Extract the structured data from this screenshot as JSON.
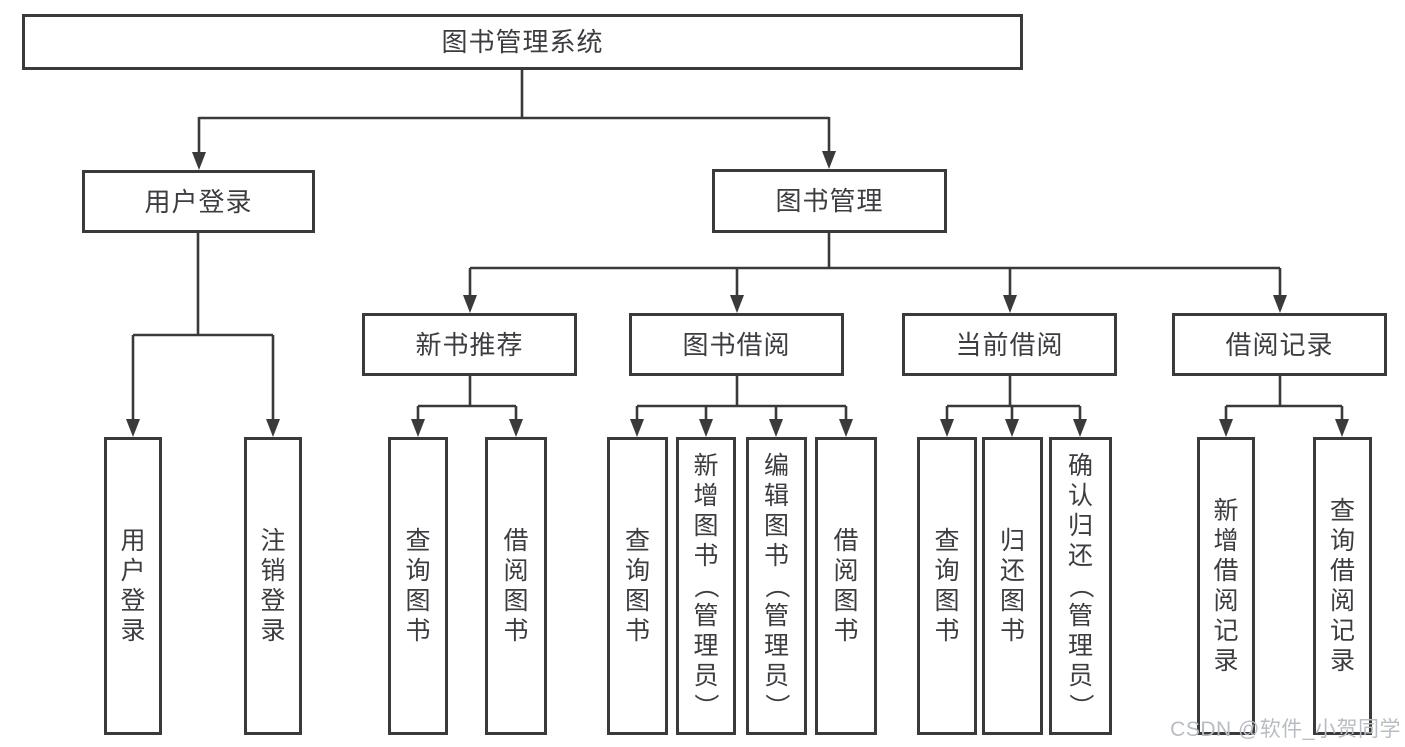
{
  "diagram": {
    "nodes": {
      "root": "图书管理系统",
      "user_login": "用户登录",
      "book_mgmt": "图书管理",
      "new_book_rec": "新书推荐",
      "book_borrow": "图书借阅",
      "current_borrow": "当前借阅",
      "borrow_records": "借阅记录"
    },
    "leaves": {
      "user_login": [
        "用户登录",
        "注销登录"
      ],
      "new_book_rec": [
        "查询图书",
        "借阅图书"
      ],
      "book_borrow": [
        "查询图书",
        "新增图书（管理员）",
        "编辑图书（管理员）",
        "借阅图书"
      ],
      "current_borrow": [
        "查询图书",
        "归还图书",
        "确认归还（管理员）"
      ],
      "borrow_records": [
        "新增借阅记录",
        "查询借阅记录"
      ]
    },
    "colors": {
      "line": "#3a3a3a",
      "text": "#3c3c41",
      "watermark": "#b9bcc2"
    }
  },
  "watermark": "CSDN @软件_小贺同学"
}
